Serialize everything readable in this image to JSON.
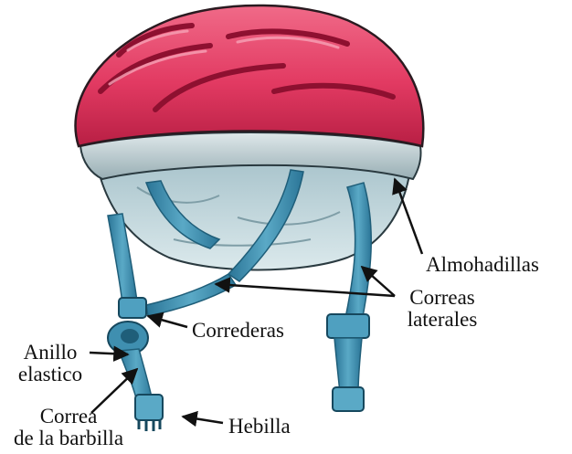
{
  "labels": {
    "almohadillas": "Almohadillas",
    "correas_laterales_1": "Correas",
    "correas_laterales_2": "laterales",
    "correderas": "Correderas",
    "anillo_elastico_1": "Anillo",
    "anillo_elastico_2": "elastico",
    "correa_barbilla_1": "Correa",
    "correa_barbilla_2": "de la barbilla",
    "hebilla": "Hebilla"
  },
  "colors": {
    "shell": "#e23a62",
    "shell_dark": "#a8183a",
    "shell_highlight": "#f6a2b6",
    "rim": "#b9c8cc",
    "pad": "#c9dde2",
    "strap": "#3f8fb0",
    "strap_dark": "#1f5e79"
  }
}
